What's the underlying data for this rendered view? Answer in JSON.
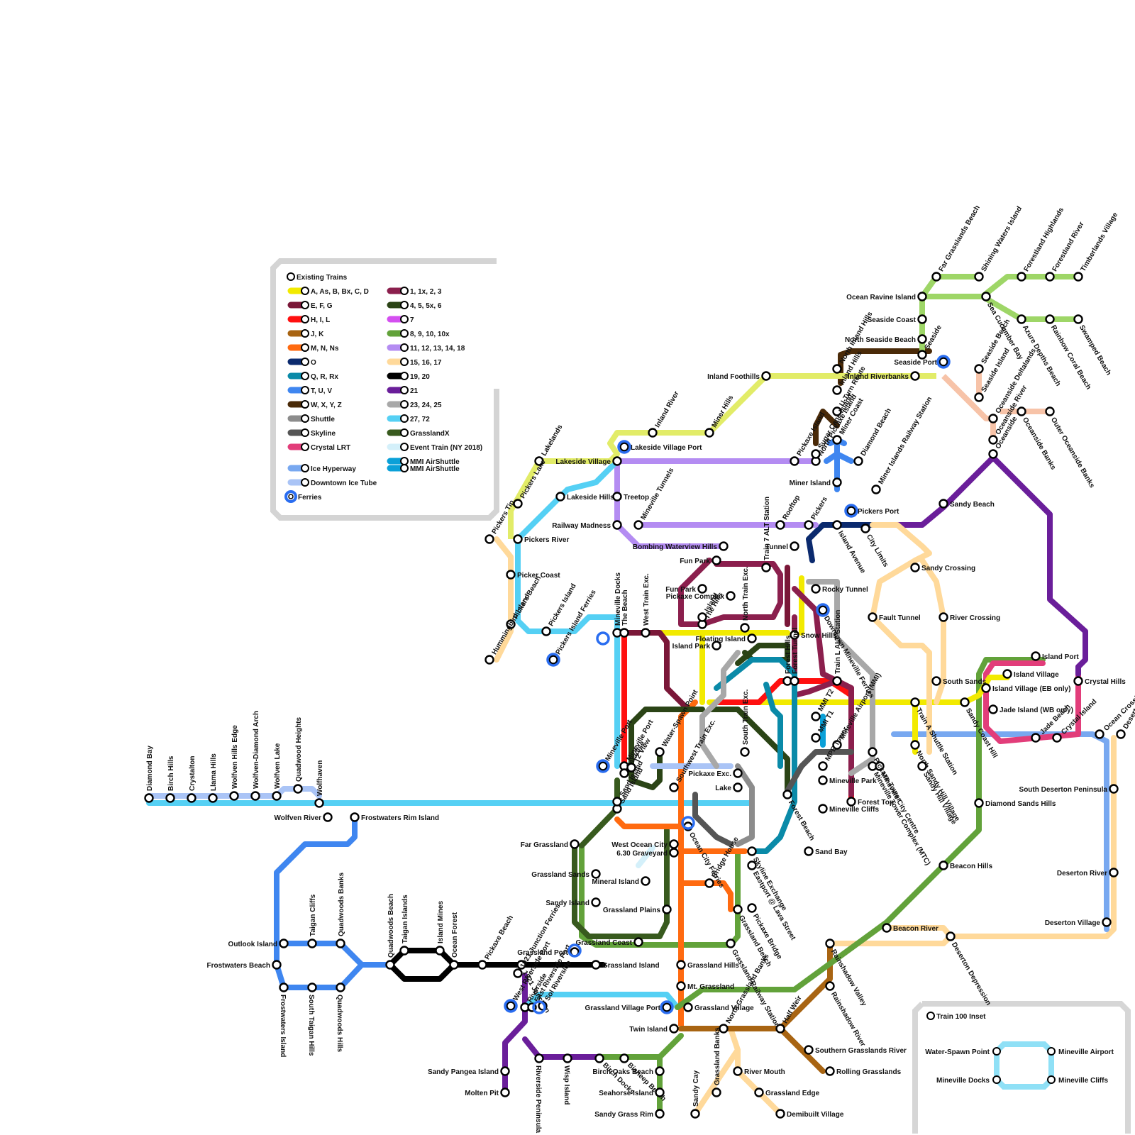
{
  "legend": {
    "title": "Existing Trains",
    "lines": [
      {
        "label": "A, As, B, Bx, C, D",
        "color": "#f2ea00"
      },
      {
        "label": "E, F, G",
        "color": "#7a1738"
      },
      {
        "label": "H, I, L",
        "color": "#ff1010"
      },
      {
        "label": "J, K",
        "color": "#a86412"
      },
      {
        "label": "M, N, Ns",
        "color": "#ff6a10"
      },
      {
        "label": "O",
        "color": "#0b2a6e"
      },
      {
        "label": "Q, R, Rx",
        "color": "#0a8aa8"
      },
      {
        "label": "T, U, V",
        "color": "#3f86f0"
      },
      {
        "label": "W, X, Y, Z",
        "color": "#4a2a08"
      },
      {
        "label": "Shuttle",
        "color": "#8c8c8c"
      },
      {
        "label": "Skyline",
        "color": "#555555"
      },
      {
        "label": "Crystal LRT",
        "color": "#e23d7a"
      },
      {
        "label": "Ice Hyperway",
        "color": "#78a8f0"
      },
      {
        "label": "Downtown Ice Tube",
        "color": "#aac4f6"
      },
      {
        "label": "1, 1x, 2, 3",
        "color": "#8b1f4d"
      },
      {
        "label": "4, 5, 5x, 6",
        "color": "#2b4416"
      },
      {
        "label": "7",
        "color": "#d44ff0"
      },
      {
        "label": "8, 9, 10, 10x",
        "color": "#62a23a"
      },
      {
        "label": "11, 12, 13, 14, 18",
        "color": "#b48cf2"
      },
      {
        "label": "15, 16, 17",
        "color": "#ffd99a"
      },
      {
        "label": "19, 20",
        "color": "#000000"
      },
      {
        "label": "21",
        "color": "#6a1e9a"
      },
      {
        "label": "23, 24, 25",
        "color": "#a8a8a8"
      },
      {
        "label": "27, 72",
        "color": "#55d0f4"
      },
      {
        "label": "GrasslandX",
        "color": "#385a1e"
      },
      {
        "label": "Event Train (NY 2018)",
        "color": "#d4f0fa"
      },
      {
        "label": "MMI AirShuttle",
        "color": "#0aa0d8"
      }
    ],
    "ferries_label": "Ferries"
  },
  "inset": {
    "title": "Train 100 Inset",
    "stations": [
      "Water-Spawn Point",
      "Mineville Airport",
      "Mineville Docks",
      "Mineville Cliffs"
    ]
  },
  "stations": [
    "Diamond Bay",
    "Birch Hills",
    "Crystalton",
    "Llama Hills",
    "Wolfven Hills Edge",
    "Wolfven-Diamond Arch",
    "Wolfven Lake",
    "Quadwood Heights",
    "Wolfhaven",
    "Wolfven River",
    "Frostwaters Rim Island",
    "Outlook Island",
    "Frostwaters Beach",
    "Frostwaters Island",
    "Taigan Cliffs",
    "South Taigan Hills",
    "Quadwoods Banks",
    "Quadwoods Hills",
    "Quadwoods Beach",
    "Taigan Islands",
    "Island Mines",
    "Ocean Forest",
    "Pickaxe Beach",
    "1921 Junction",
    "1921 Junction Ferries",
    "West Riverside Port",
    "Riverside",
    "East Riverside Port",
    "Sol Riverside",
    "Sandy Pangea Island",
    "Molten Pit",
    "Riverside Peninsula",
    "Wisp Island",
    "Birch Docks",
    "Bisheep Beach",
    "Birch Oaks Beach",
    "Seahorse Island",
    "Sandy Grass Rim",
    "North Grassland Banks",
    "Sandy Cay",
    "Grassland Banks",
    "River Mouth",
    "Grassland Edge",
    "Demibuilt Village",
    "Twin Island",
    "Grassland Village Port",
    "Grassland Village",
    "Mt. Grassland",
    "Grassland Hills",
    "Half Weir",
    "Southern Grasslands River",
    "Rolling Grasslands",
    "Rainshadow River",
    "Rainshadow Valley",
    "Deserton Depression",
    "Beacon River",
    "Beacon Hills",
    "Diamond Sands Hills",
    "Deserton Village",
    "Deserton River",
    "South Deserton Peninsula",
    "Deserton Banks",
    "Ocean Crossing",
    "Crystal Island",
    "Jade Beach",
    "Jade Island (WB only)",
    "Island Village (EB only)",
    "Island Village",
    "Island Port",
    "South Sands",
    "Crystal Hills",
    "Sandy Coast Hill",
    "Train A Shuttle Station",
    "North Sandy Hill Village",
    "Sandy Hill Village",
    "Mineville Tower Complex (MTC)",
    "Mineville City Centre",
    "Pickaxe Tower",
    "River Crossing",
    "Fault Tunnel",
    "Sandy Crossing",
    "Sandy Beach",
    "Oceanside",
    "Oceanside River",
    "Oceanside Banks",
    "Outer Oceanside Banks",
    "Oceanside Deltalands",
    "Seaside Island",
    "Seaside Beach",
    "Seaside Port",
    "Seaside",
    "Inland Riverbanks",
    "North Seaside Beach",
    "Seaside Coast",
    "Ocean Ravine Island",
    "Far Grasslands Beach",
    "Shining Waters Island",
    "Sea Cucumber Bay",
    "Forestland Highlands",
    "Forestland River",
    "Timberlands Village",
    "Azure Depths Beach",
    "Rainbow Coral Beach",
    "Swamped Beach",
    "North Inland Hills",
    "Inland Hills",
    "U-Turn Route",
    "Miner Coast",
    "Diamond Beach",
    "Miner Islands Railway Station",
    "Miner Island",
    "Pickers Port",
    "City Limits",
    "Island Avenue",
    "Inland Foothills",
    "Miner Hills",
    "Inland River",
    "Lakeside Village Port",
    "Lakeside Village",
    "Lakelands",
    "Pickers Lake",
    "Pickers Tip",
    "Pickers River",
    "Picker Coast",
    "Pickers Beach",
    "Hummingbird Island",
    "Pickers Island",
    "Pickers Island Ferries",
    "Lakeside Hills",
    "Treetop",
    "Railway Madness",
    "Mineville Tunnels",
    "Bombing Waterview Hills",
    "North Pickaxe Island",
    "Pickaxe Island",
    "Sugar Cane Island",
    "Rooftop",
    "Pickers",
    "Tunnel",
    "Rocky Tunnel",
    "Downtown Mineville Ferries",
    "Train 7 ALT Station",
    "Fun Park",
    "Fun Park",
    "Pickaxe Complex",
    "North Train Exc.",
    "The Hills",
    "Island",
    "Floating Island",
    "Island Park",
    "Snow Hills",
    "Train L ALT Station",
    "MMI T2",
    "MMI T1",
    "Mineville Airport (MMI)",
    "Mineville Park",
    "MPE Tower",
    "Forest Hills",
    "Forest Tunnel",
    "South Train Exc.",
    "Pickaxe Exc.",
    "Lake",
    "Forest Beach",
    "Forest Top",
    "Mineville Cliffs",
    "Mineville Docks",
    "The Beach",
    "West Train Exc.",
    "Mineville Port",
    "Mineville Port",
    "Paradise",
    "Water-Spawn Point",
    "T2 View",
    "Sand Island",
    "Southwest Train Exc.",
    "Ocean City Ferries",
    "West Ocean City",
    "6.30 Graveyard",
    "Sand Bay",
    "Sand Island",
    "Mineral Island",
    "Eastport @ Lava Street",
    "Skyline Exchange",
    "Pickaxe Bridge",
    "Grassland Beach",
    "Grassland Railway Station",
    "Bridge House",
    "Grassland Plains",
    "Far Grassland",
    "Grassland Sands",
    "Sandy Island",
    "Grassland Coast",
    "Grassland Island",
    "Grassland Port"
  ]
}
